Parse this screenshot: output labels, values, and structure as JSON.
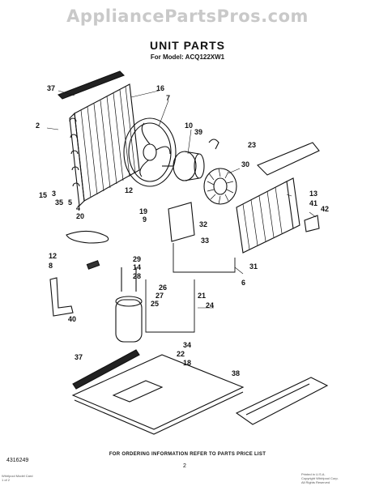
{
  "watermark": "AppliancePartsPros.com",
  "title": "UNIT PARTS",
  "subtitle": "For Model: ACQ122XW1",
  "footer_note": "FOR ORDERING INFORMATION REFER TO PARTS PRICE LIST",
  "page_number": "2",
  "document_number": "4316249",
  "fine_print_left": [
    "Whirlpool Model Card",
    "1 of 2"
  ],
  "fine_print_right": [
    "Printed in U.S.A.",
    "Copyright Whirlpool Corp.",
    "All Rights Reserved"
  ],
  "callouts": [
    "37",
    "16",
    "7",
    "2",
    "10",
    "39",
    "23",
    "30",
    "3",
    "15",
    "35",
    "5",
    "4",
    "12",
    "19",
    "9",
    "20",
    "13",
    "41",
    "42",
    "32",
    "33",
    "31",
    "29",
    "14",
    "12",
    "8",
    "28",
    "26",
    "27",
    "25",
    "6",
    "21",
    "24",
    "40",
    "34",
    "22",
    "37",
    "18",
    "38"
  ]
}
